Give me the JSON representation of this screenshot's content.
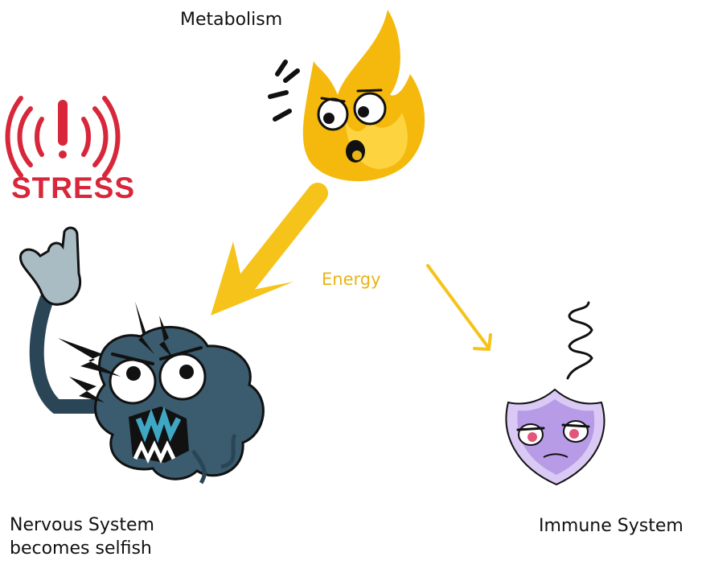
{
  "labels": {
    "metabolism": "Metabolism",
    "energy": "Energy",
    "nervous_line1": "Nervous System",
    "nervous_line2": "becomes selfish",
    "immune": "Immune System",
    "stress": "STRESS"
  },
  "colors": {
    "ink": "#111111",
    "flame_outer": "#f5b90d",
    "flame_inner": "#fdd440",
    "energy_arrow": "#f6c31a",
    "energy_text": "#e9b416",
    "stress_red": "#d8263a",
    "brain": "#3b5b6e",
    "brain_dark": "#2a4556",
    "hand": "#a9bcc4",
    "mouth_teeth": "#3fa7c4",
    "shield": "#b79be6",
    "shield_rim": "#d9c9f4",
    "eye_red": "#e2567c"
  },
  "icons": {
    "flame": "flame-icon",
    "stress_alarm": "alarm-icon",
    "brain": "brain-character-icon",
    "shield": "shield-character-icon",
    "spring": "spring-icon"
  }
}
